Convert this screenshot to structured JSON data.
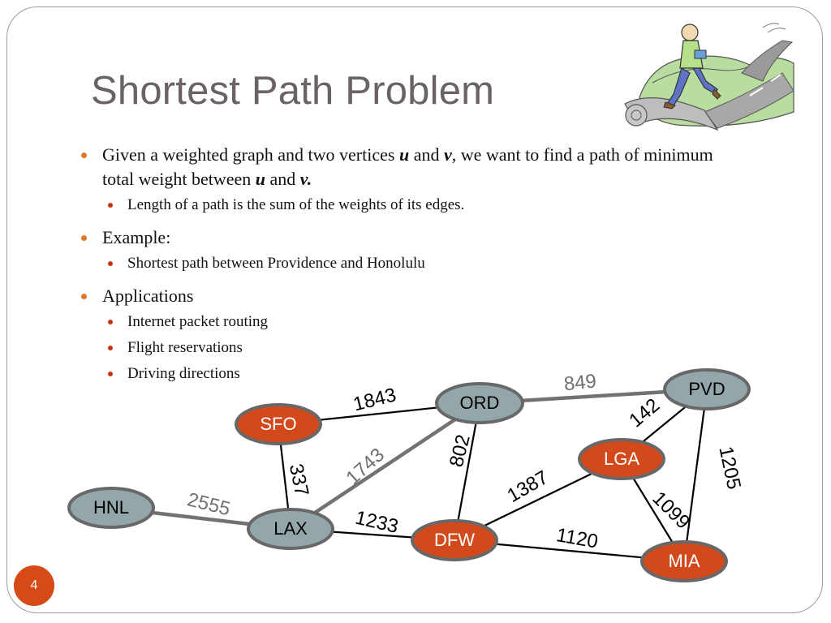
{
  "slide": {
    "title": "Shortest Path Problem",
    "page_number": "4"
  },
  "bullets": {
    "b1": {
      "t1": "Given a weighted graph and two vertices ",
      "u": "u",
      "t2": " and ",
      "v": "v",
      "t3": ", we want to find a path of minimum total weight between ",
      "u2": "u",
      "t4": " and ",
      "v2": "v."
    },
    "b1_sub": "Length of a path is the sum of the weights of its edges.",
    "b2": "Example:",
    "b2_sub": "Shortest path between Providence and Honolulu",
    "b3": "Applications",
    "b3_subs": [
      "Internet packet routing",
      "Flight reservations",
      "Driving directions"
    ]
  },
  "graph": {
    "colors": {
      "gray_node": "#93a7aa",
      "orange_node": "#d24a1c",
      "node_border": "#686868",
      "highlight_edge": "#727272",
      "highlight_text": "#707070"
    },
    "nodes": [
      {
        "id": "SFO",
        "label": "SFO",
        "color": "orange"
      },
      {
        "id": "ORD",
        "label": "ORD",
        "color": "gray"
      },
      {
        "id": "PVD",
        "label": "PVD",
        "color": "gray"
      },
      {
        "id": "LGA",
        "label": "LGA",
        "color": "orange"
      },
      {
        "id": "HNL",
        "label": "HNL",
        "color": "gray"
      },
      {
        "id": "LAX",
        "label": "LAX",
        "color": "gray"
      },
      {
        "id": "DFW",
        "label": "DFW",
        "color": "orange"
      },
      {
        "id": "MIA",
        "label": "MIA",
        "color": "orange"
      }
    ],
    "edges": [
      {
        "from": "SFO",
        "to": "ORD",
        "weight": "1843",
        "on_shortest_path": false
      },
      {
        "from": "ORD",
        "to": "PVD",
        "weight": "849",
        "on_shortest_path": true
      },
      {
        "from": "PVD",
        "to": "LGA",
        "weight": "142",
        "on_shortest_path": false
      },
      {
        "from": "PVD",
        "to": "MIA",
        "weight": "1205",
        "on_shortest_path": false
      },
      {
        "from": "SFO",
        "to": "LAX",
        "weight": "337",
        "on_shortest_path": false
      },
      {
        "from": "LAX",
        "to": "ORD",
        "weight": "1743",
        "on_shortest_path": true
      },
      {
        "from": "ORD",
        "to": "DFW",
        "weight": "802",
        "on_shortest_path": false
      },
      {
        "from": "DFW",
        "to": "LGA",
        "weight": "1387",
        "on_shortest_path": false
      },
      {
        "from": "LGA",
        "to": "MIA",
        "weight": "1099",
        "on_shortest_path": false
      },
      {
        "from": "HNL",
        "to": "LAX",
        "weight": "2555",
        "on_shortest_path": true
      },
      {
        "from": "LAX",
        "to": "DFW",
        "weight": "1233",
        "on_shortest_path": false
      },
      {
        "from": "DFW",
        "to": "MIA",
        "weight": "1120",
        "on_shortest_path": false
      }
    ]
  }
}
